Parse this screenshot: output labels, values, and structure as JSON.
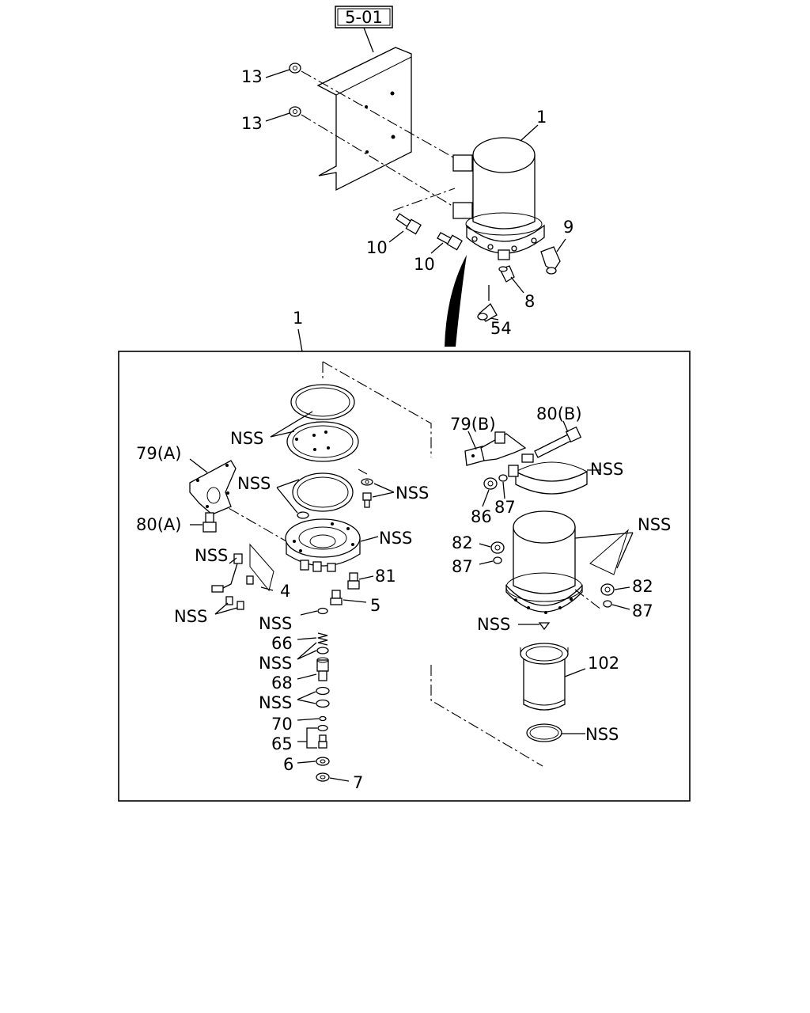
{
  "diagram": {
    "reference_box": "5-01",
    "callouts": {
      "bolt_13_upper": "13",
      "bolt_13_lower": "13",
      "assembly_1_top": "1",
      "bolt_10_a": "10",
      "bolt_10_b": "10",
      "fitting_9": "9",
      "fitting_8": "8",
      "fitting_54": "54",
      "assembly_1_detail": "1",
      "nss_top_gasket": "NSS",
      "bracket_79a": "79(A)",
      "nss_oring": "NSS",
      "nss_washer_bolt": "NSS",
      "bolt_80a": "80(A)",
      "nss_head": "NSS",
      "nss_sensor": "NSS",
      "bolt_81": "81",
      "sensor_4": "4",
      "nss_sensor_screws": "NSS",
      "plug_5": "5",
      "nss_ring_1": "NSS",
      "spring_66": "66",
      "nss_ring_2": "NSS",
      "valve_68": "68",
      "nss_ring_3": "NSS",
      "ring_70": "70",
      "valve_65": "65",
      "washer_6": "6",
      "nut_7": "7",
      "bracket_79b": "79(B)",
      "bolt_80b": "80(B)",
      "nss_band": "NSS",
      "nut_86": "86",
      "washer_87_a": "87",
      "nss_case": "NSS",
      "nut_82_a": "82",
      "washer_87_b": "87",
      "nut_82_b": "82",
      "washer_87_c": "87",
      "nss_drain": "NSS",
      "element_102": "102",
      "nss_bottom_ring": "NSS"
    }
  }
}
